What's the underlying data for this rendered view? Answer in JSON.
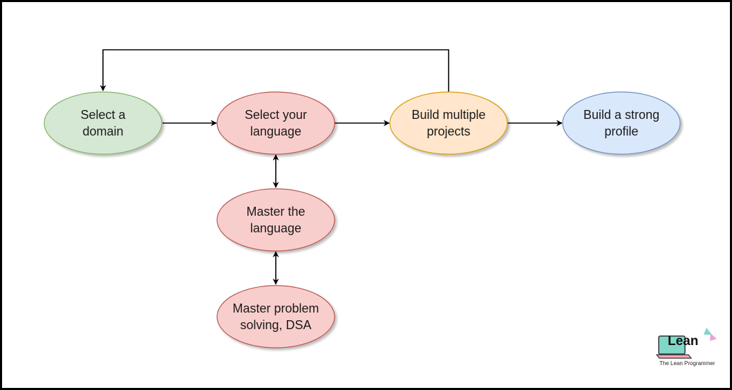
{
  "nodes": [
    {
      "label": "Select a\ndomain",
      "fill": "#d5e8d4",
      "stroke": "#82b366"
    },
    {
      "label": "Select your\nlanguage",
      "fill": "#f8cecc",
      "stroke": "#b85450"
    },
    {
      "label": "Build multiple\nprojects",
      "fill": "#ffe6cc",
      "stroke": "#d79b00"
    },
    {
      "label": "Build a strong\nprofile",
      "fill": "#dae8fc",
      "stroke": "#6c8ebf"
    },
    {
      "label": "Master the\nlanguage",
      "fill": "#f8cecc",
      "stroke": "#b85450"
    },
    {
      "label": "Master problem\nsolving, DSA",
      "fill": "#f8cecc",
      "stroke": "#b85450"
    }
  ],
  "edges": [
    {
      "from": "Select a domain",
      "to": "Select your language",
      "direction": "forward"
    },
    {
      "from": "Select your language",
      "to": "Build multiple projects",
      "direction": "forward"
    },
    {
      "from": "Build multiple projects",
      "to": "Build a strong profile",
      "direction": "forward"
    },
    {
      "from": "Build multiple projects",
      "to": "Select a domain",
      "direction": "forward"
    },
    {
      "from": "Select your language",
      "to": "Master the language",
      "direction": "both"
    },
    {
      "from": "Master the language",
      "to": "Master problem solving, DSA",
      "direction": "both"
    }
  ],
  "logo": {
    "word": "Lean",
    "caption": "The Lean Programmer",
    "colors": {
      "screen": "#7fd8c8",
      "keyboard": "#f4a5b8",
      "triangle_teal": "#7fd8c8",
      "triangle_pink": "#e9a2d4"
    }
  }
}
